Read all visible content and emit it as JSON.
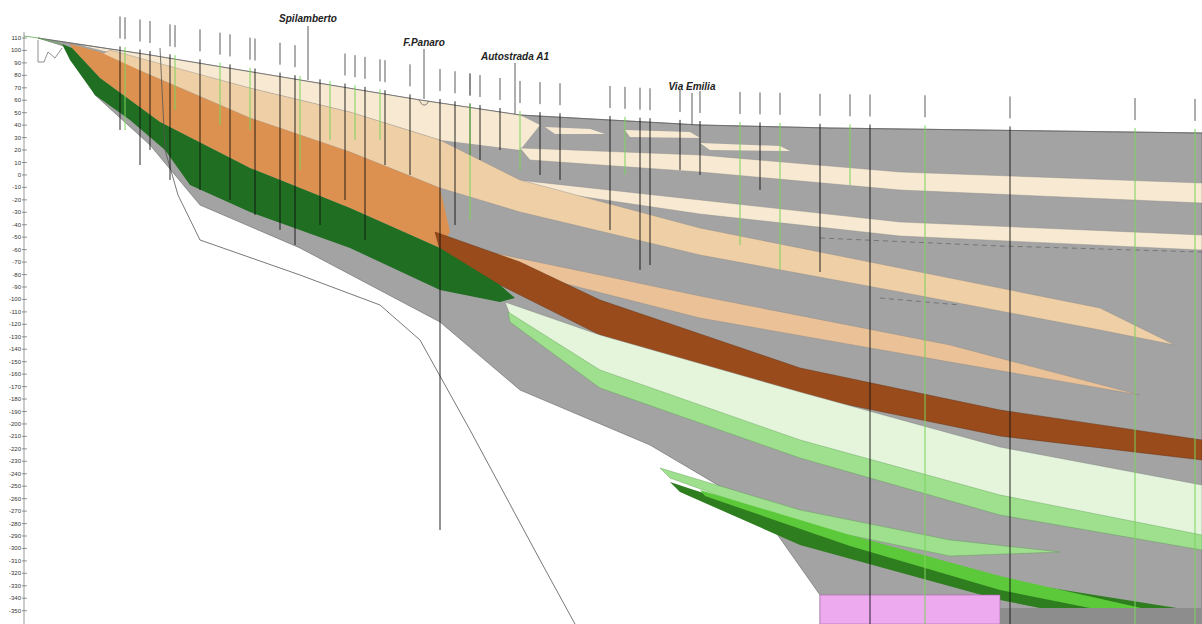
{
  "diagram": {
    "labels": [
      "Spilamberto",
      "F.Panaro",
      "Autostrada A1",
      "Via Emilia",
      "110",
      "100",
      "90",
      "80",
      "70",
      "60",
      "50",
      "40",
      "30",
      "20",
      "10",
      "0",
      "-10",
      "-20",
      "-30",
      "-40",
      "-50",
      "-60",
      "-70",
      "-80",
      "-90",
      "-100",
      "-110",
      "-120",
      "-130",
      "-140",
      "-150",
      "-160",
      "-170",
      "-180",
      "-190",
      "-200",
      "-210",
      "-220",
      "-230",
      "-240",
      "-250",
      "-260",
      "-270",
      "-280",
      "-290",
      "-300",
      "-310",
      "-320",
      "-330",
      "-340",
      "-350"
    ]
  }
}
